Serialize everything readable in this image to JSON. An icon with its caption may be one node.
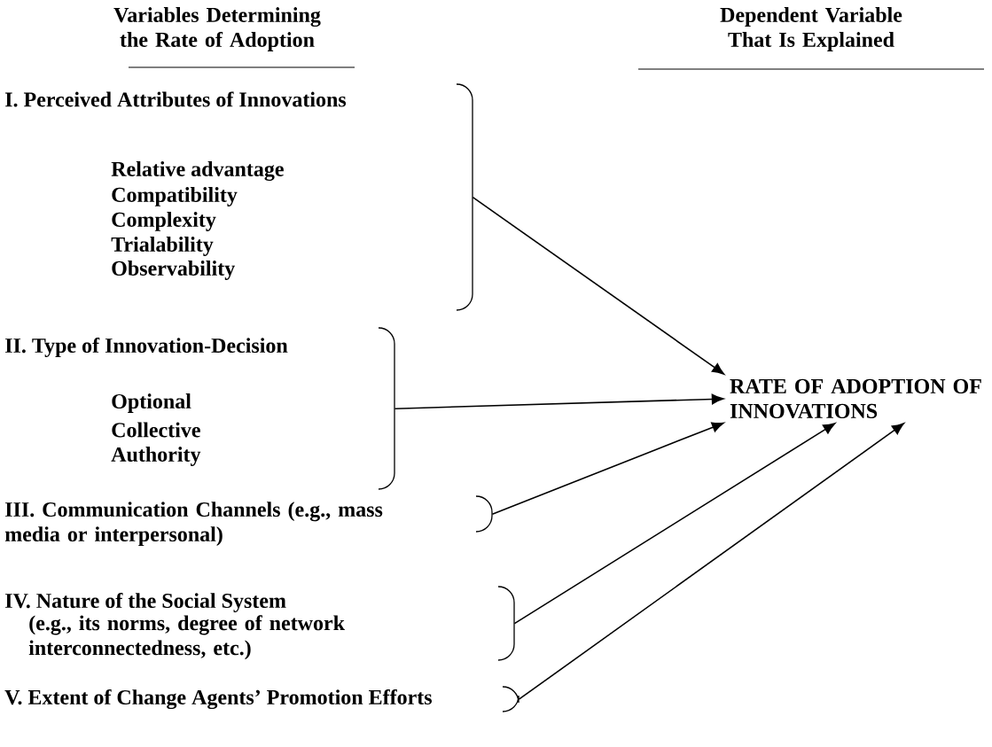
{
  "diagram": {
    "nodes": [
      {
        "text": [
          "I. Perceived Attributes of Innovations",
          "Relative advantage",
          "Compatibility",
          "Complexity",
          "Trialability",
          "Observability"
        ]
      },
      {
        "text": [
          "II. Type of Innovation-Decision",
          "Optional",
          "Collective",
          "Authority"
        ]
      },
      {
        "text": [
          "III. Communication Channels (e.g., mass media or interpersonal)"
        ]
      },
      {
        "text": [
          "IV. Nature of the Social System",
          "(e.g., its norms, degree of network interconnectedness, etc.)"
        ]
      },
      {
        "text": [
          "V. Extent of Change Agents’ Promotion Efforts"
        ]
      },
      {
        "text": [
          "RATE OF ADOPTION OF INNOVATIONS"
        ]
      }
    ],
    "edges": [
      {
        "from": 0,
        "to": 5,
        "arrow": "to"
      },
      {
        "from": 1,
        "to": 5,
        "arrow": "to"
      },
      {
        "from": 2,
        "to": 5,
        "arrow": "to"
      },
      {
        "from": 3,
        "to": 5,
        "arrow": "to"
      },
      {
        "from": 4,
        "to": 5,
        "arrow": "to"
      }
    ],
    "labels": [
      "Variables Determining the Rate of Adoption",
      "Dependent Variable That Is Explained"
    ]
  }
}
